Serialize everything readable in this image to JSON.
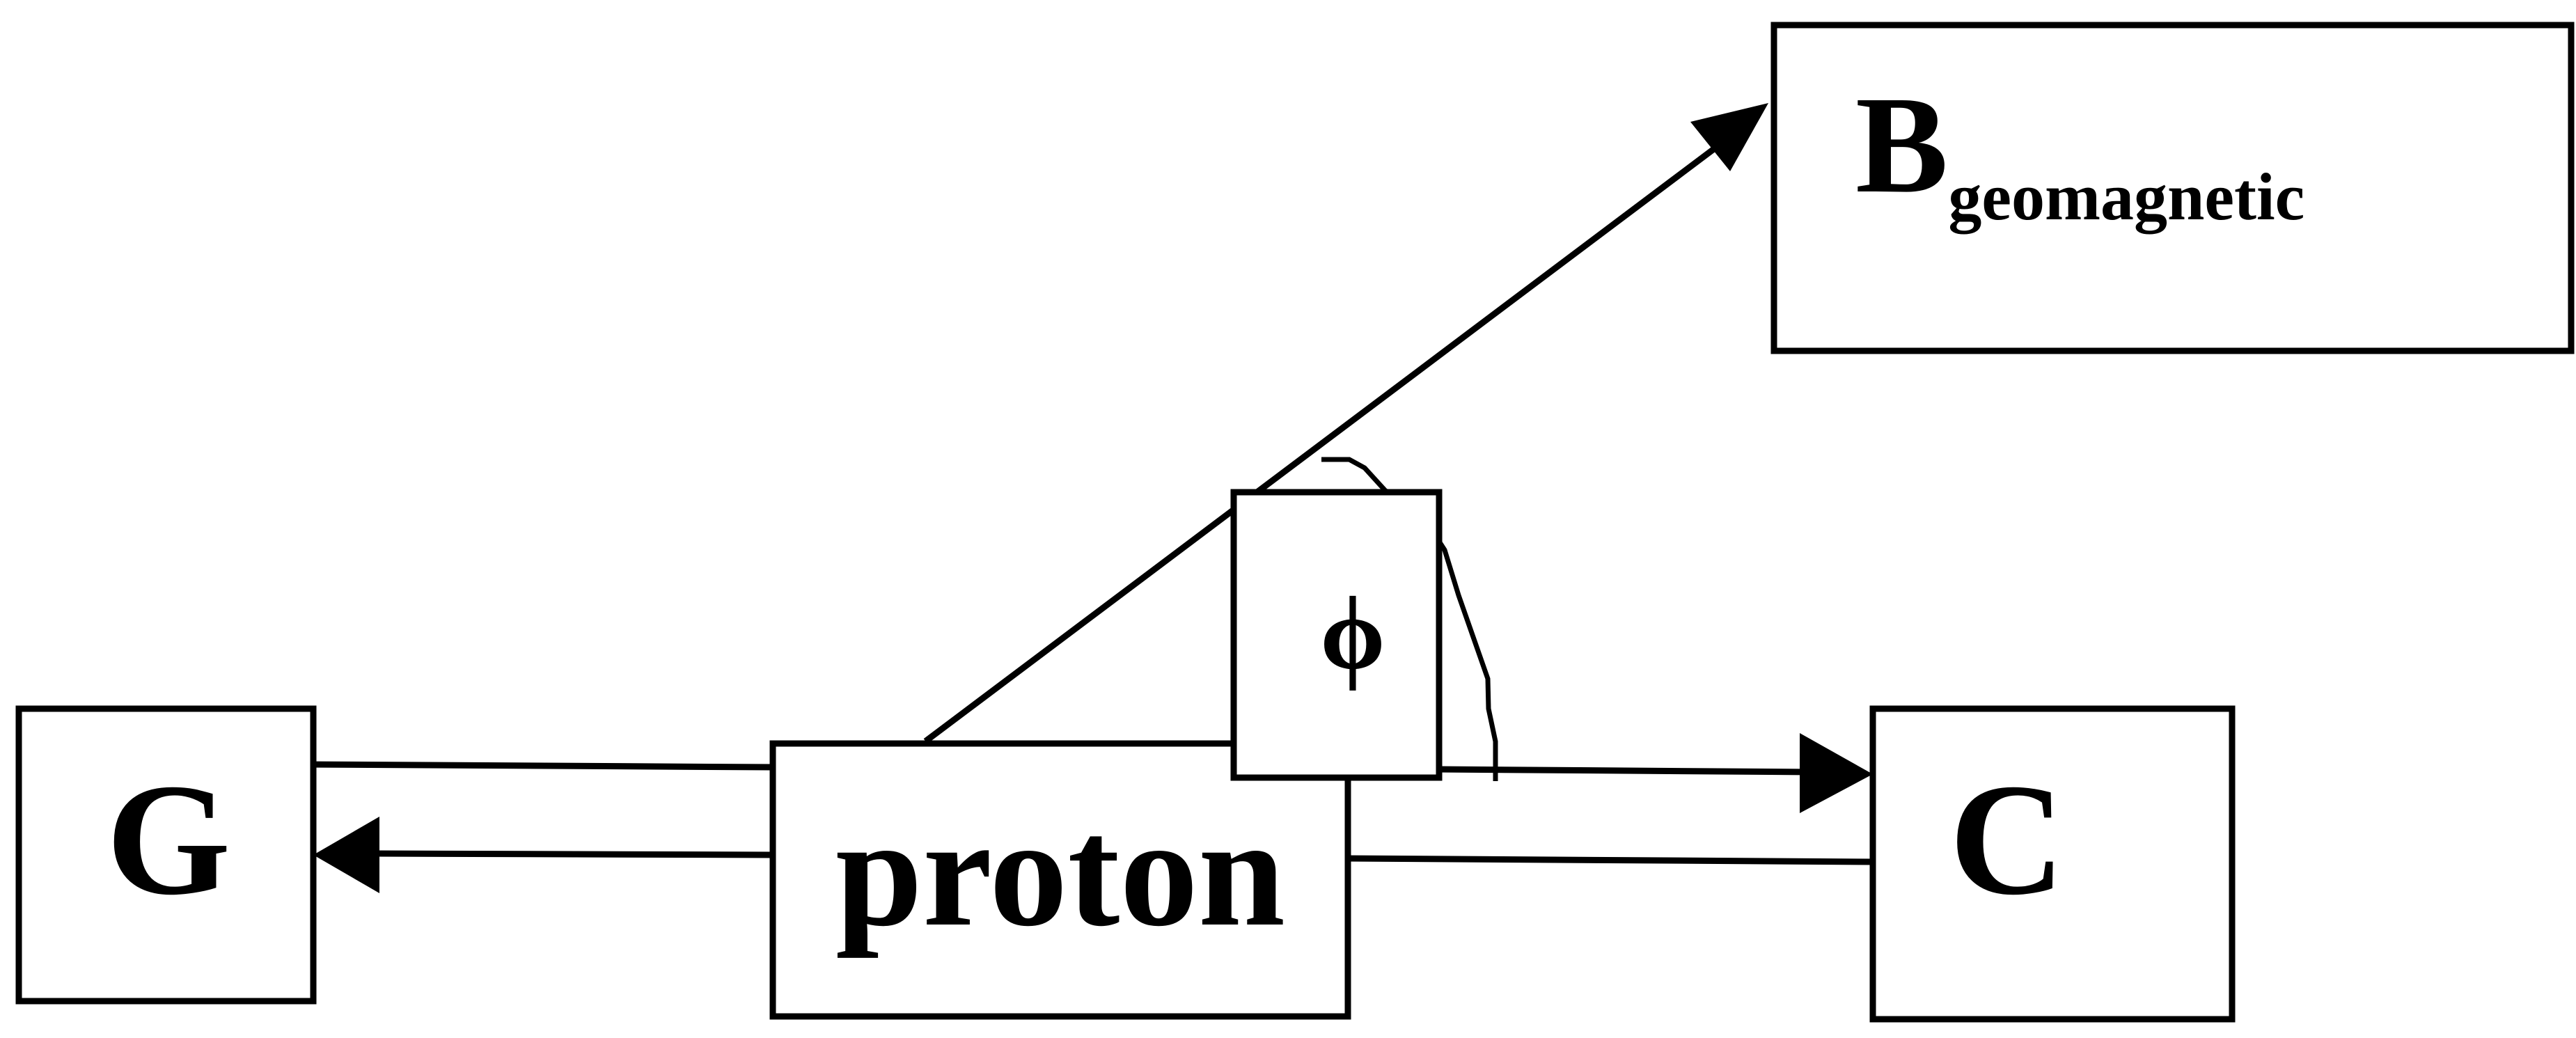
{
  "nodes": {
    "proton": {
      "label": "proton"
    },
    "g": {
      "label": "G"
    },
    "c": {
      "label": "C"
    },
    "b": {
      "label": "B",
      "subscript": "geomagnetic"
    },
    "angle": {
      "label": "ϕ"
    }
  },
  "colors": {
    "stroke": "#000000",
    "background": "#ffffff"
  }
}
